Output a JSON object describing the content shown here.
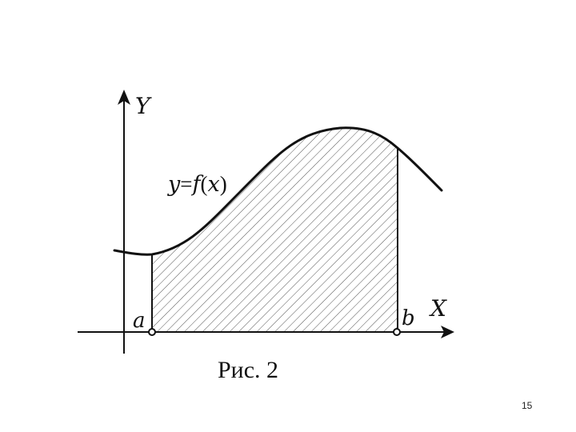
{
  "figure": {
    "y_axis_label": "Y",
    "x_axis_label": "X",
    "function_label": {
      "y": "y",
      "eq": "=",
      "f": "f",
      "open": "(",
      "x": "x",
      "close": ")"
    },
    "point_a_label": "a",
    "point_b_label": "b",
    "line_color": "#111111",
    "hatch_color": "#555555"
  },
  "caption": "Рис. 2",
  "page_number": "15"
}
